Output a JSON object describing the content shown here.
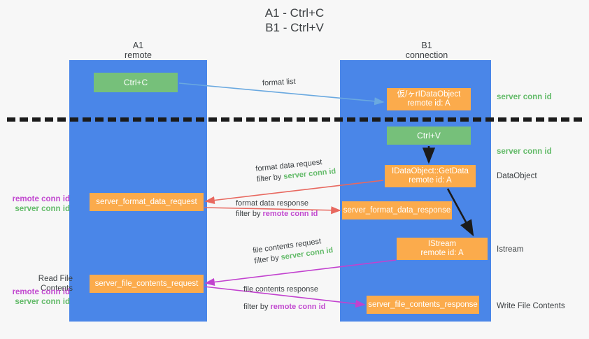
{
  "title": {
    "line1": "A1 - Ctrl+C",
    "line2": "B1 - Ctrl+V"
  },
  "lanes": [
    {
      "name": "A1",
      "sub": "remote"
    },
    {
      "name": "B1",
      "sub": "connection"
    }
  ],
  "boxes": {
    "ctrl_c": "Ctrl+C",
    "ctrl_v": "Ctrl+V",
    "idataobject": {
      "line1": "仮/ヶrIDataObject",
      "line2": "remote id: A"
    },
    "getdata": {
      "line1": "IDataObject::GetData",
      "line2": "remote id: A"
    },
    "istream": {
      "line1": "IStream",
      "line2": "remote id: A"
    },
    "server_format_data_request": "server_format_data_request",
    "server_format_data_response": "server_format_data_response",
    "server_file_contents_request": "server_file_contents_request",
    "server_file_contents_response": "server_file_contents_response"
  },
  "arrow_labels": {
    "format_list": "format list",
    "format_data_request": "format data request",
    "format_data_request_filter_prefix": "filter by ",
    "format_data_request_filter_value": "server conn id",
    "format_data_response": "format data response",
    "format_data_response_filter_prefix": "filter by ",
    "format_data_response_filter_value": "remote conn id",
    "file_contents_request": "file contents request",
    "file_contents_request_filter_prefix": "filter by ",
    "file_contents_request_filter_value": "server conn id",
    "file_contents_response": "file contents response",
    "file_contents_response_filter_prefix": "filter by ",
    "file_contents_response_filter_value": "remote conn id"
  },
  "right_labels": {
    "server_conn_id_top": "server conn id",
    "server_conn_id_mid": "server conn id",
    "data_object": "DataObject",
    "istream": "Istream",
    "write_file_contents": "Write File Contents"
  },
  "left_labels": {
    "remote_conn_id_upper": "remote conn id",
    "server_conn_id_upper": "server conn id",
    "read_file_contents": "Read File Contents",
    "remote_conn_id_lower": "remote conn id",
    "server_conn_id_lower": "server conn id"
  },
  "colors": {
    "lane": "#4a86e8",
    "orange": "#fbab4c",
    "green_box": "#76c07a",
    "green_text": "#64bb6a",
    "purple_text": "#c24ad0",
    "red_arrow": "#e8685f",
    "magenta_arrow": "#c242cf",
    "blue_arrow": "#6aa9e0",
    "black_arrow": "#1b1b1b",
    "background": "#f7f7f7"
  }
}
